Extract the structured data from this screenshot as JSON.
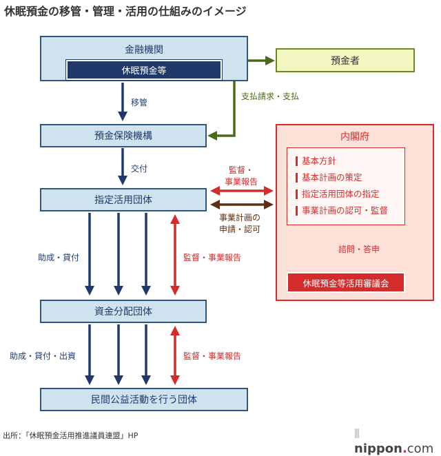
{
  "title": "休眠預金の移管・管理・活用の仕組みのイメージ",
  "nodes": {
    "financial": "金融機関",
    "dormant": "休眠預金等",
    "dic": "預金保険機構",
    "designated": "指定活用団体",
    "distribution": "資金分配団体",
    "private": "民間公益活動を行う団体",
    "depositor": "預金者"
  },
  "labels": {
    "transfer": "移管",
    "grant": "交付",
    "support1": "助成・貸付",
    "support2": "助成・貸付・出資",
    "supervise1": "監督・事業報告",
    "supervise2": "監督・事業報告",
    "payment": "支払請求・支払",
    "supervise_top1": "監督・",
    "supervise_top2": "事業報告",
    "plan1": "事業計画の",
    "plan2": "申請・認可",
    "consult": "諮問・答申"
  },
  "cabinet": {
    "title": "内閣府",
    "items": [
      "基本方針",
      "基本計画の策定",
      "指定活用団体の指定",
      "事業計画の認可・監督"
    ],
    "council": "休眠預金等活用審議会"
  },
  "footer": {
    "source": "出所：「休眠預金活用推進議員連盟」HP",
    "logo_main": "nippon",
    "logo_dot": ".",
    "logo_tld": "com"
  },
  "colors": {
    "navy": "#1f3a6a",
    "red": "#d42b2b",
    "green": "#4b6b1a",
    "brown": "#5c3010"
  }
}
